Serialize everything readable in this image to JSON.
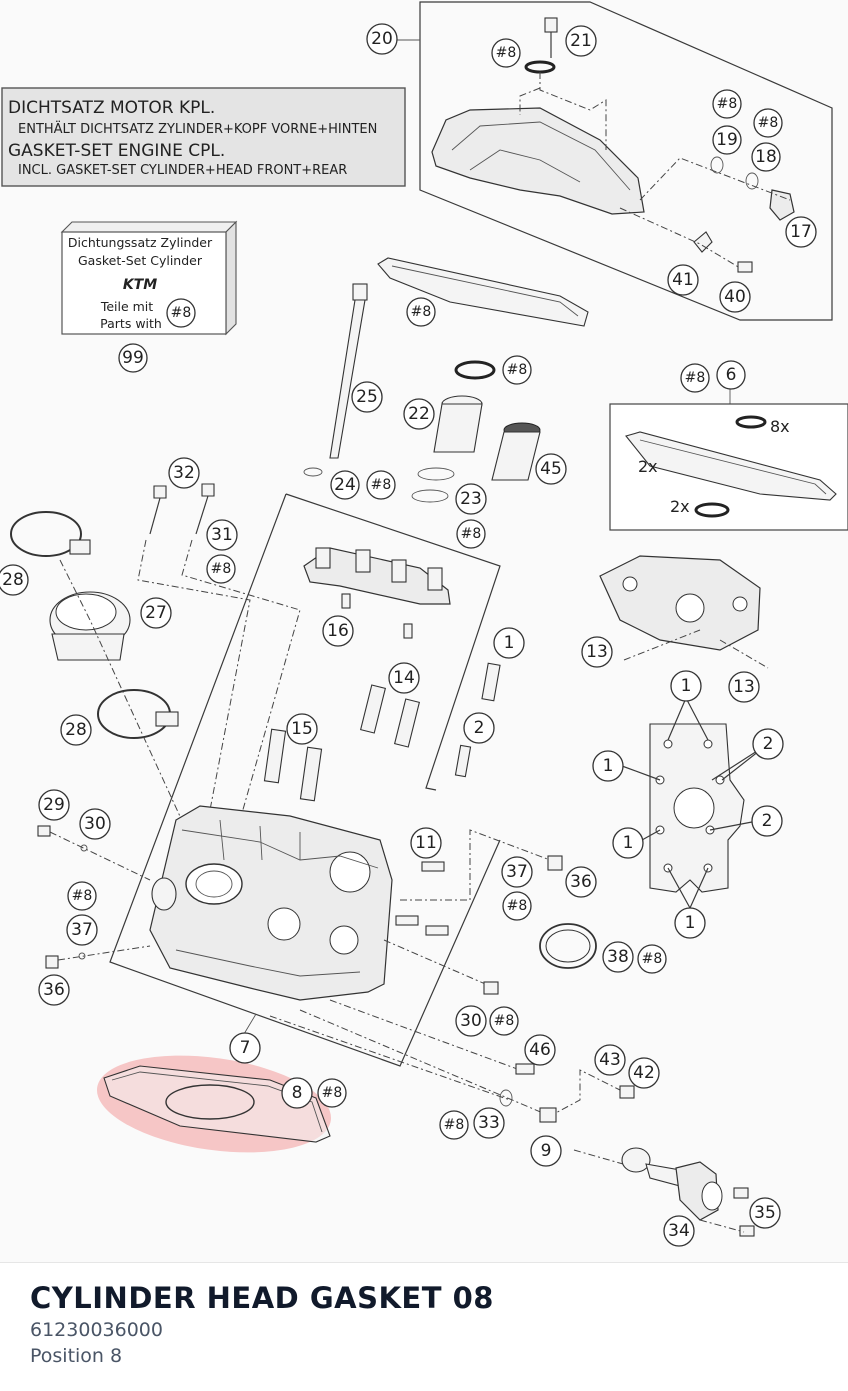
{
  "kit_box": {
    "line1": "DICHTSATZ MOTOR KPL.",
    "line2": "ENTHÄLT DICHTSATZ ZYLINDER+KOPF VORNE+HINTEN",
    "line3": "GASKET-SET ENGINE CPL.",
    "line4": "INCL. GASKET-SET CYLINDER+HEAD FRONT+REAR"
  },
  "cyl_kit": {
    "line1": "Dichtungssatz Zylinder",
    "line2": "Gasket-Set Cylinder",
    "logo": "KTM",
    "line3": "Teile mit",
    "line4": "Parts with",
    "badge": "#8",
    "number": "99"
  },
  "inset": {
    "qty_8x": "8x",
    "qty_2x_a": "2x",
    "qty_2x_b": "2x"
  },
  "callouts": [
    {
      "t": "20"
    },
    {
      "t": "21"
    },
    {
      "t": "#8"
    },
    {
      "t": "#8"
    },
    {
      "t": "#8"
    },
    {
      "t": "19"
    },
    {
      "t": "18"
    },
    {
      "t": "17"
    },
    {
      "t": "41"
    },
    {
      "t": "40"
    },
    {
      "t": "#8"
    },
    {
      "t": "#8"
    },
    {
      "t": "25"
    },
    {
      "t": "22"
    },
    {
      "t": "45"
    },
    {
      "t": "24"
    },
    {
      "t": "#8"
    },
    {
      "t": "23"
    },
    {
      "t": "#8"
    },
    {
      "t": "#8"
    },
    {
      "t": "6"
    },
    {
      "t": "32"
    },
    {
      "t": "31"
    },
    {
      "t": "#8"
    },
    {
      "t": "28"
    },
    {
      "t": "27"
    },
    {
      "t": "16"
    },
    {
      "t": "1"
    },
    {
      "t": "13"
    },
    {
      "t": "13"
    },
    {
      "t": "14"
    },
    {
      "t": "28"
    },
    {
      "t": "15"
    },
    {
      "t": "2"
    },
    {
      "t": "1"
    },
    {
      "t": "2"
    },
    {
      "t": "1"
    },
    {
      "t": "2"
    },
    {
      "t": "1"
    },
    {
      "t": "1"
    },
    {
      "t": "29"
    },
    {
      "t": "30"
    },
    {
      "t": "11"
    },
    {
      "t": "37"
    },
    {
      "t": "36"
    },
    {
      "t": "#8"
    },
    {
      "t": "#8"
    },
    {
      "t": "37"
    },
    {
      "t": "36"
    },
    {
      "t": "38"
    },
    {
      "t": "#8"
    },
    {
      "t": "30"
    },
    {
      "t": "#8"
    },
    {
      "t": "7"
    },
    {
      "t": "46"
    },
    {
      "t": "43"
    },
    {
      "t": "42"
    },
    {
      "t": "8"
    },
    {
      "t": "#8"
    },
    {
      "t": "#8"
    },
    {
      "t": "33"
    },
    {
      "t": "9"
    },
    {
      "t": "35"
    },
    {
      "t": "34"
    }
  ],
  "highlight_color": "#f4a3a3",
  "selected_part": {
    "name": "CYLINDER HEAD GASKET 08",
    "number": "61230036000",
    "position": "Position 8"
  }
}
